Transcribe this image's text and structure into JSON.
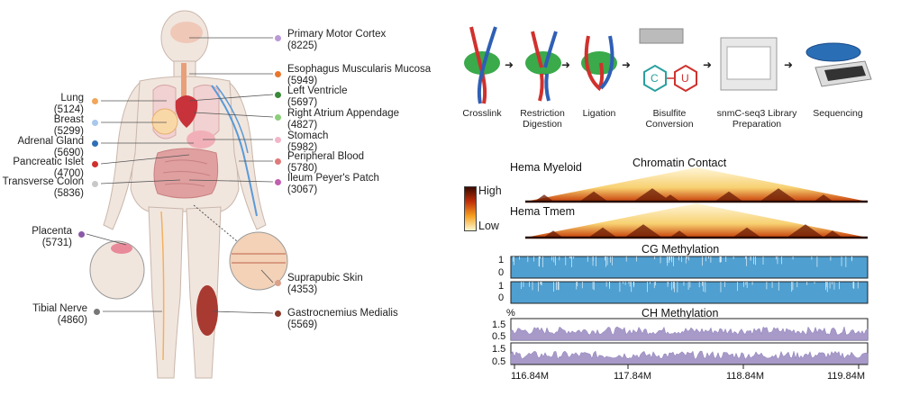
{
  "tissues_left": [
    {
      "name": "Lung",
      "count": "(5124)",
      "color": "#f2a65a"
    },
    {
      "name": "Breast",
      "count": "(5299)",
      "color": "#a8c8ec"
    },
    {
      "name": "Adrenal Gland",
      "count": "(5690)",
      "color": "#2f6fb5"
    },
    {
      "name": "Pancreatic Islet",
      "count": "(4700)",
      "color": "#d0312d"
    },
    {
      "name": "Transverse Colon",
      "count": "(5836)",
      "color": "#c8c8c8"
    },
    {
      "name": "Placenta",
      "count": "(5731)",
      "color": "#8a5aa8"
    },
    {
      "name": "Tibial Nerve",
      "count": "(4860)",
      "color": "#777777"
    }
  ],
  "tissues_right": [
    {
      "name": "Primary Motor Cortex",
      "count": "(8225)",
      "color": "#b99ad6"
    },
    {
      "name": "Esophagus Muscularis Mucosa",
      "count": "(5949)",
      "color": "#e8762c"
    },
    {
      "name": "Left Ventricle",
      "count": "(5697)",
      "color": "#3a8a3a"
    },
    {
      "name": "Right Atrium Appendage",
      "count": "(4827)",
      "color": "#8ccf7a"
    },
    {
      "name": "Stomach",
      "count": "(5982)",
      "color": "#f2b6c8"
    },
    {
      "name": "Peripheral Blood",
      "count": "(5780)",
      "color": "#e07a7a"
    },
    {
      "name": "Ileum Peyer's Patch",
      "count": "(3067)",
      "color": "#c060b0"
    },
    {
      "name": "Suprapubic Skin",
      "count": "(4353)",
      "color": "#d9a08a"
    },
    {
      "name": "Gastrocnemius Medialis",
      "count": "(5569)",
      "color": "#8a3a2a"
    }
  ],
  "workflow": [
    {
      "label": "Crosslink"
    },
    {
      "label": "Restriction\nDigestion"
    },
    {
      "label": "Ligation"
    },
    {
      "label": "Bisulfite\nConversion"
    },
    {
      "label": "snmC-seq3 Library\nPreparation"
    },
    {
      "label": "Sequencing"
    }
  ],
  "nucleotides": {
    "c": "C",
    "u": "U"
  },
  "browser": {
    "chromatin_title": "Chromatin Contact",
    "legend_high": "High",
    "legend_low": "Low",
    "tracks": [
      {
        "name": "Hema Myeloid"
      },
      {
        "name": "Hema Tmem"
      }
    ],
    "cg_title": "CG Methylation",
    "cg_ticks": [
      "1",
      "0",
      "1",
      "0"
    ],
    "ch_title": "CH Methylation",
    "ch_unit": "%",
    "ch_ticks": [
      "1.5",
      "0.5",
      "1.5",
      "0.5"
    ],
    "x_ticks": [
      "116.84M",
      "117.84M",
      "118.84M",
      "119.84M"
    ]
  },
  "colors": {
    "cg": "#4f9fd0",
    "ch": "#a89ac8",
    "heat_high": "#3a0a00",
    "heat_low": "#fff8d0"
  }
}
